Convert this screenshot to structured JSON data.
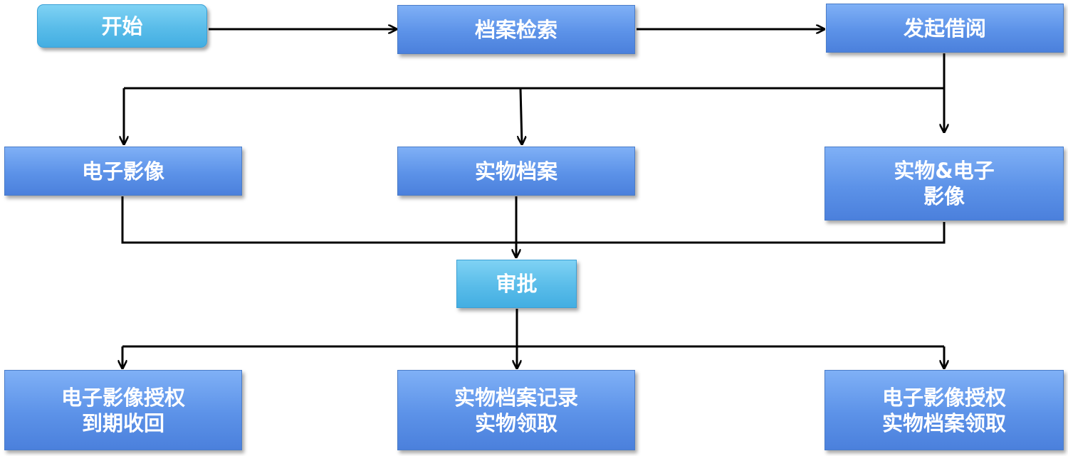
{
  "nodes": {
    "start": "开始",
    "search": "档案检索",
    "borrow": "发起借阅",
    "eimage": "电子影像",
    "physical": "实物档案",
    "both": [
      "实物&电子",
      "影像"
    ],
    "approve": "审批",
    "out1": [
      "电子影像授权",
      "到期收回"
    ],
    "out2": [
      "实物档案记录",
      "实物领取"
    ],
    "out3": [
      "电子影像授权",
      "实物档案领取"
    ]
  },
  "colors": {
    "node_blue": "#5c92e8",
    "node_cyan": "#59bce9",
    "connector": "#000000",
    "text": "#ffffff"
  }
}
